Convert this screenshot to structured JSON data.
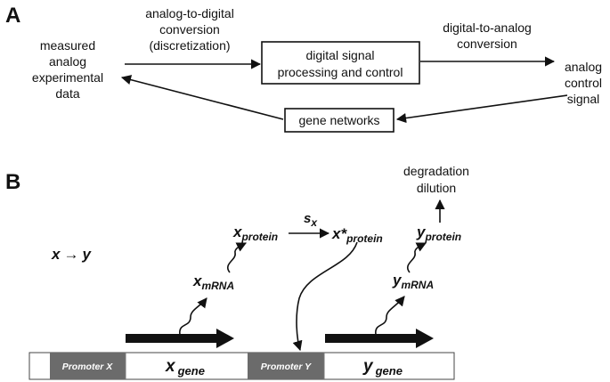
{
  "panel_a": {
    "label": "A",
    "left_text": [
      "measured",
      "analog",
      "experimental",
      "data"
    ],
    "adc_text": [
      "analog-to-digital",
      "conversion",
      "(discretization)"
    ],
    "dsp_box": [
      "digital signal",
      "processing and control"
    ],
    "dac_text": [
      "digital-to-analog",
      "conversion"
    ],
    "right_text": [
      "analog",
      "control",
      "signal"
    ],
    "gene_box": "gene networks"
  },
  "panel_b": {
    "label": "B",
    "relation": {
      "x": "x",
      "arrow": "→",
      "y": "y"
    },
    "degradation": [
      "degradation",
      "dilution"
    ],
    "x_protein": {
      "main": "x",
      "sub": "protein"
    },
    "s_x": {
      "main": "s",
      "sub": "x"
    },
    "x_star_protein": {
      "main": "x*",
      "sub": "protein"
    },
    "y_protein": {
      "main": "y",
      "sub": "protein"
    },
    "x_mrna": {
      "main": "x",
      "sub": "mRNA"
    },
    "y_mrna": {
      "main": "y",
      "sub": "mRNA"
    },
    "promoter_x": "Promoter X",
    "promoter_y": "Promoter Y",
    "x_gene": {
      "main": "x",
      "sub": "gene"
    },
    "y_gene": {
      "main": "y",
      "sub": "gene"
    }
  },
  "colors": {
    "ink": "#111111",
    "promoter_fill": "#6b6b6b"
  }
}
